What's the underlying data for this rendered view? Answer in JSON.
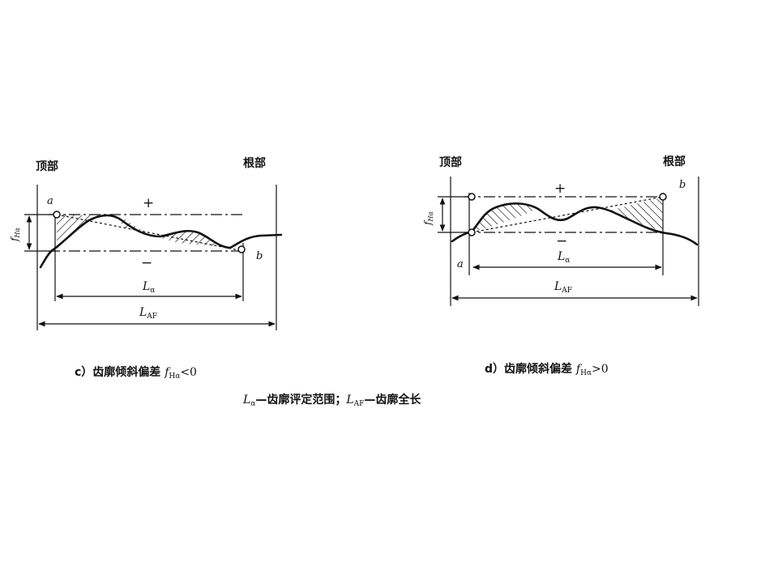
{
  "diagram_c": {
    "top_label": "顶部",
    "root_label": "根部",
    "point_a": "a",
    "point_b": "b",
    "plus": "+",
    "minus": "−",
    "f_symbol": "f",
    "f_subscript": "Hα",
    "L_alpha_main": "L",
    "L_alpha_sub": "α",
    "L_AF_main": "L",
    "L_AF_sub": "AF"
  },
  "diagram_d": {
    "top_label": "顶部",
    "root_label": "根部",
    "point_a": "a",
    "point_b": "b",
    "plus": "+",
    "minus": "−",
    "f_symbol": "f",
    "f_subscript": "Hα",
    "L_alpha_main": "L",
    "L_alpha_sub": "α",
    "L_AF_main": "L",
    "L_AF_sub": "AF"
  },
  "captions": {
    "c_prefix": "c）齿廓倾斜偏差 ",
    "c_f": "f",
    "c_sub": "Hα",
    "c_suffix": "<0",
    "d_prefix": "d）齿廓倾斜偏差 ",
    "d_f": "f",
    "d_sub": "Hα",
    "d_suffix": ">0",
    "legend_L1": "L",
    "legend_L1_sub": "α",
    "legend_text1": "—齿廓评定范围；",
    "legend_L2": "L",
    "legend_L2_sub": "AF",
    "legend_text2": "—齿廓全长"
  }
}
